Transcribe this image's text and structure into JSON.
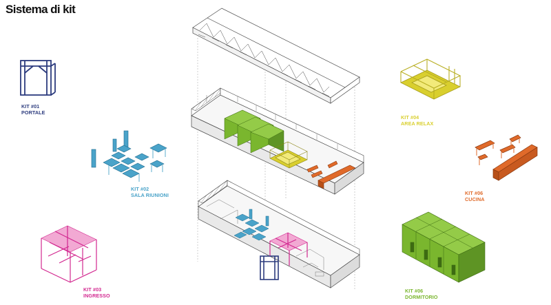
{
  "title": "Sistema di kit",
  "colors": {
    "portale": "#2b3a7d",
    "sala_riunioni": "#4aa3c9",
    "ingresso": "#d2278f",
    "area_relax": "#d9cf2e",
    "cucina": "#e06a2a",
    "dormitorio": "#7ab62e",
    "linework": "#444444"
  },
  "kits": [
    {
      "id": "portale",
      "code": "KIT #01",
      "name": "PORTALE",
      "color": "#2b3a7d",
      "icon": "portal-frame"
    },
    {
      "id": "sala_riunioni",
      "code": "KIT #02",
      "name": "SALA RIUNIONI",
      "color": "#4aa3c9",
      "icon": "meeting-tables"
    },
    {
      "id": "ingresso",
      "code": "KIT #03",
      "name": "INGRESSO",
      "color": "#d2278f",
      "icon": "entrance-frame"
    },
    {
      "id": "area_relax",
      "code": "KIT #04",
      "name": "AREA RELAX",
      "color": "#d9cf2e",
      "icon": "relax-frame"
    },
    {
      "id": "cucina",
      "code": "KIT #06",
      "name": "CUCINA",
      "color": "#e06a2a",
      "icon": "kitchen-furniture"
    },
    {
      "id": "dormitorio",
      "code": "KIT #06",
      "name": "DORMITORIO",
      "color": "#7ab62e",
      "icon": "dormitory-boxes"
    }
  ]
}
